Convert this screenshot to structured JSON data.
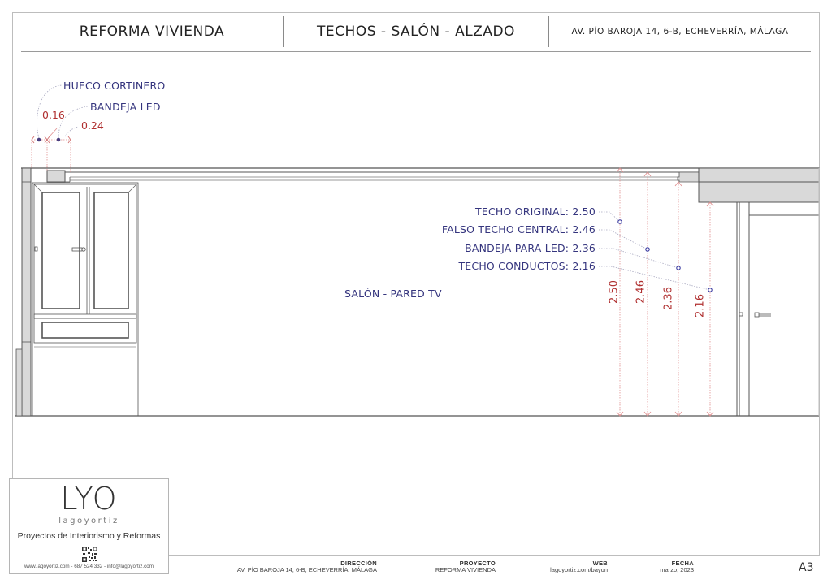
{
  "header": {
    "project": "REFORMA VIVIENDA",
    "sheet_title": "TECHOS - SALÓN - ALZADO",
    "address": "AV. PÍO BAROJA 14, 6-B, ECHEVERRÍA, MÁLAGA"
  },
  "drawing": {
    "room_label": "SALÓN - PARED TV",
    "top_callouts": [
      {
        "label": "HUECO CORTINERO"
      },
      {
        "label": "BANDEJA LED"
      }
    ],
    "top_dimensions": [
      {
        "value": "0.16"
      },
      {
        "value": "0.24"
      }
    ],
    "heights": [
      {
        "label": "TECHO ORIGINAL: 2.50",
        "value": "2.50"
      },
      {
        "label": "FALSO TECHO CENTRAL: 2.46",
        "value": "2.46"
      },
      {
        "label": "BANDEJA PARA LED: 2.36",
        "value": "2.36"
      },
      {
        "label": "TECHO CONDUCTOS: 2.16",
        "value": "2.16"
      }
    ],
    "colors": {
      "annotation_blue": "#35357e",
      "dimension_red": "#b03030",
      "wall_fill": "#d9d9d9",
      "line": "#555555"
    }
  },
  "logo": {
    "mark": "LYO",
    "name": "lagoyortiz",
    "tagline": "Proyectos de Interiorismo y Reformas",
    "contact": "www.lagoyortiz.com  -  687 524 332  -  info@lagoyortiz.com"
  },
  "footer": {
    "direccion_title": "DIRECCIÓN",
    "direccion_value": "AV. PÍO BAROJA 14, 6-B, ECHEVERRÍA, MÁLAGA",
    "proyecto_title": "PROYECTO",
    "proyecto_value": "REFORMA VIVIENDA",
    "web_title": "WEB",
    "web_value": "lagoyortiz.com/bayon",
    "fecha_title": "FECHA",
    "fecha_value": "marzo, 2023",
    "sheet_number": "A3"
  }
}
